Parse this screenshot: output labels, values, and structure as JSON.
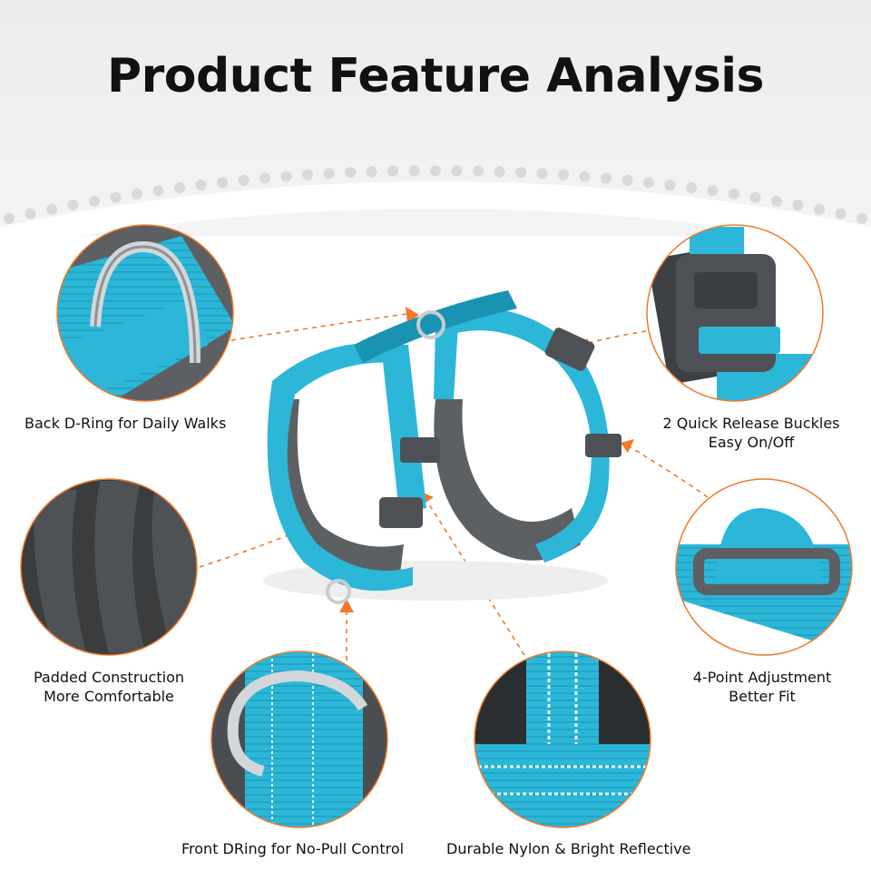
{
  "page": {
    "title": "Product Feature Analysis"
  },
  "features": [
    {
      "id": "back-d-ring",
      "lines": [
        "Back D-Ring for Daily Walks"
      ]
    },
    {
      "id": "quick-release",
      "lines": [
        "2 Quick Release Buckles",
        "Easy On/Off"
      ]
    },
    {
      "id": "padded",
      "lines": [
        "Padded Construction",
        "More Comfortable"
      ]
    },
    {
      "id": "adjustment",
      "lines": [
        "4-Point Adjustment",
        "Better Fit"
      ]
    },
    {
      "id": "front-d-ring",
      "lines": [
        "Front DRing for No-Pull Control"
      ]
    },
    {
      "id": "nylon",
      "lines": [
        "Durable Nylon & Bright Reflective"
      ]
    }
  ],
  "colors": {
    "accent": "#f07a2a",
    "strap": "#2cb7d9",
    "strap_dark": "#1a93b3",
    "padding": "#5c6063",
    "buckle": "#4d5156",
    "metal": "#c9ccd0"
  }
}
